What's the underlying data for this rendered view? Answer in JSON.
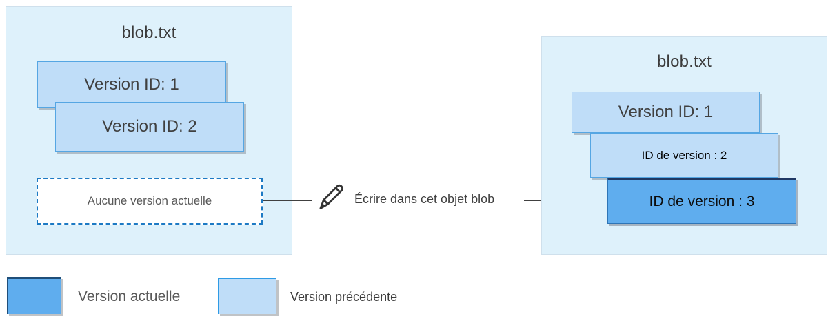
{
  "diagram": {
    "left_panel": {
      "title": "blob.txt",
      "versions": [
        {
          "label": "Version ID: 1",
          "current": false
        },
        {
          "label": "Version ID: 2",
          "current": false
        }
      ],
      "no_current_label": "Aucune version actuelle"
    },
    "action": {
      "icon": "pencil-icon",
      "label": "Écrire dans cet objet blob"
    },
    "right_panel": {
      "title": "blob.txt",
      "versions": [
        {
          "label": "Version ID: 1",
          "current": false
        },
        {
          "label": "ID de version : 2",
          "current": false
        },
        {
          "label": "ID de version : 3",
          "current": true
        }
      ]
    },
    "legend": [
      {
        "label": "Version actuelle",
        "color": "#5fadee"
      },
      {
        "label": "Version précédente",
        "color": "#bfddf8"
      }
    ],
    "colors": {
      "panel_background": "#def1fb",
      "previous_version_fill": "#bfddf8",
      "previous_version_border": "#55a6e3",
      "current_version_fill": "#5fadee",
      "current_version_border": "#1f3864",
      "dashed_border": "#1d7ac4",
      "arrow_and_text": "#404040"
    }
  }
}
